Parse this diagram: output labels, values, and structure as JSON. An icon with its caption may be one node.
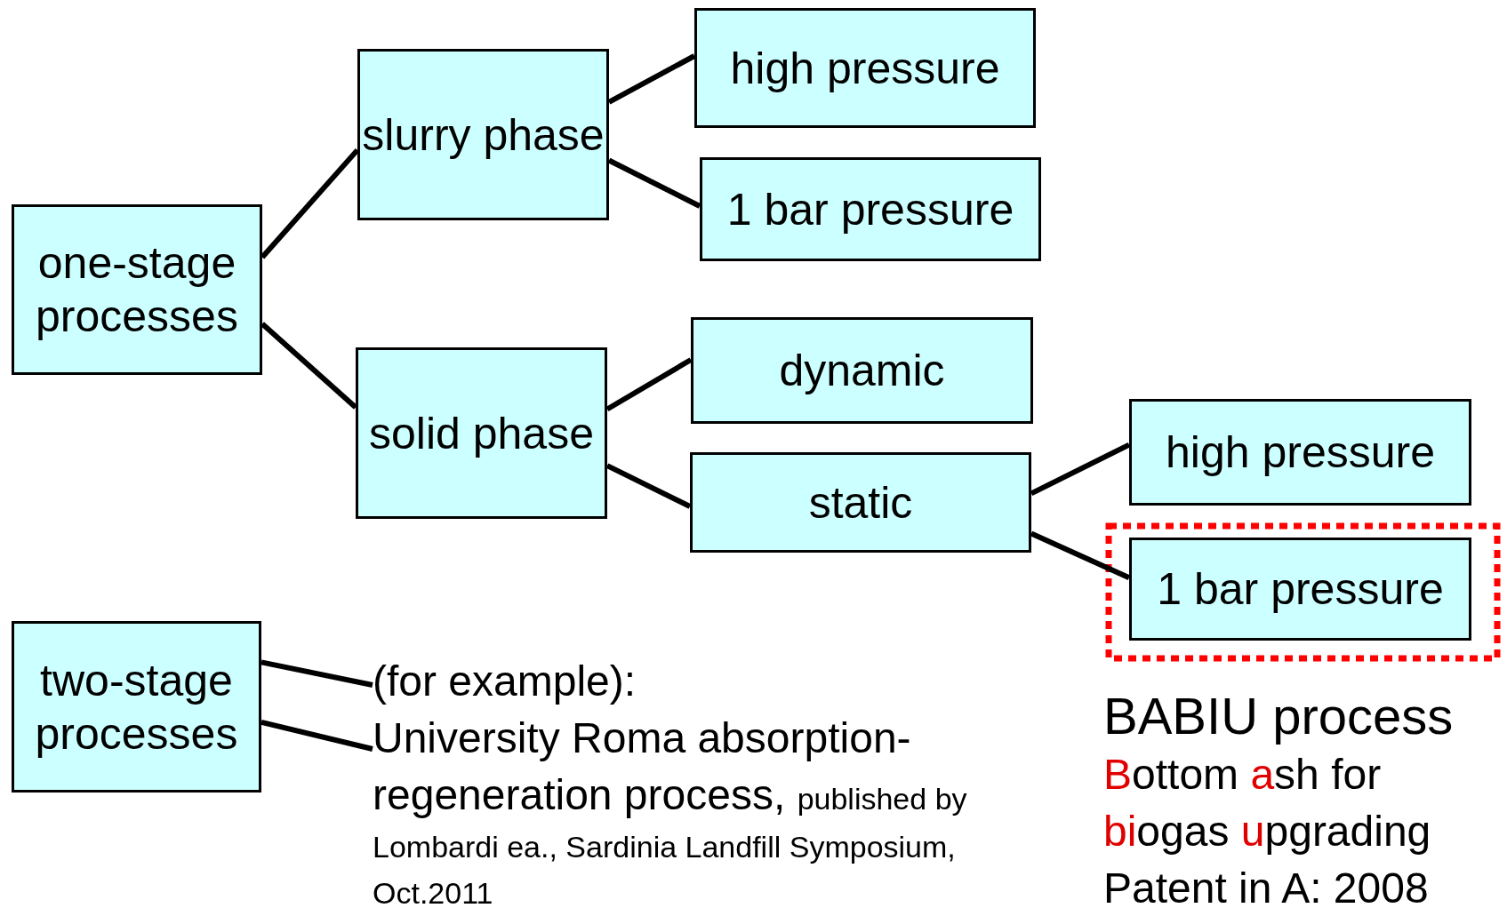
{
  "diagram": {
    "nodes": [
      {
        "text": [
          "one-stage processes"
        ]
      },
      {
        "text": [
          "slurry phase"
        ]
      },
      {
        "text": [
          "high pressure"
        ]
      },
      {
        "text": [
          "1 bar pressure"
        ]
      },
      {
        "text": [
          "solid phase"
        ]
      },
      {
        "text": [
          "dynamic"
        ]
      },
      {
        "text": [
          "static"
        ]
      },
      {
        "text": [
          "high pressure"
        ]
      },
      {
        "text": [
          "1 bar pressure"
        ]
      },
      {
        "text": [
          "two-stage processes"
        ]
      },
      {
        "text": [
          "(for example):",
          "University Roma absorption-regeneration process,",
          "published by Lombardi ea., Sardinia Landfill Symposium, Oct.2011"
        ]
      }
    ],
    "edges": [
      {
        "from": 0,
        "to": 1,
        "arrow": "none"
      },
      {
        "from": 0,
        "to": 4,
        "arrow": "none"
      },
      {
        "from": 1,
        "to": 2,
        "arrow": "none"
      },
      {
        "from": 1,
        "to": 3,
        "arrow": "none"
      },
      {
        "from": 4,
        "to": 5,
        "arrow": "none"
      },
      {
        "from": 4,
        "to": 6,
        "arrow": "none"
      },
      {
        "from": 6,
        "to": 7,
        "arrow": "none"
      },
      {
        "from": 6,
        "to": 8,
        "arrow": "none"
      },
      {
        "from": 9,
        "to": 10,
        "arrow": "none"
      },
      {
        "from": 9,
        "to": 10,
        "arrow": "none"
      }
    ],
    "labels": [
      "BABIU process",
      "Bottom ash for biogas upgrading",
      "Patent in A: 2008"
    ]
  }
}
